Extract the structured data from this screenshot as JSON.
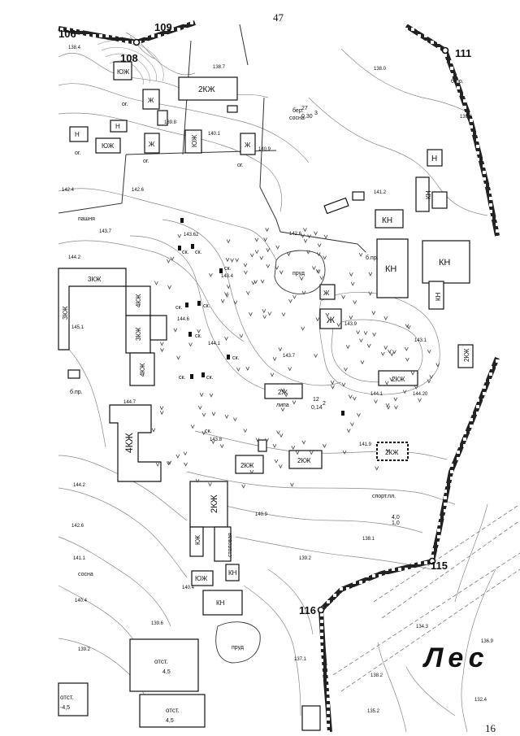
{
  "page": {
    "top_number": "47",
    "bottom_number": "16"
  },
  "boundary_points": [
    {
      "id": "b106",
      "label": "106"
    },
    {
      "id": "b109",
      "label": "109"
    },
    {
      "id": "b108",
      "label": "108"
    },
    {
      "id": "b111",
      "label": "111"
    },
    {
      "id": "b115",
      "label": "115"
    },
    {
      "id": "b116",
      "label": "116"
    }
  ],
  "buildings": [
    {
      "id": "yuzh-1",
      "label": "ЮЖ"
    },
    {
      "id": "2kzh-top",
      "label": "2КЖ"
    },
    {
      "id": "zh-1",
      "label": "Ж"
    },
    {
      "id": "n-1",
      "label": "Н"
    },
    {
      "id": "n-2",
      "label": "Н"
    },
    {
      "id": "yuzh-2",
      "label": "ЮЖ"
    },
    {
      "id": "zh-2",
      "label": "Ж"
    },
    {
      "id": "yuzh-3",
      "label": "ЮЖ"
    },
    {
      "id": "zh-3",
      "label": "Ж"
    },
    {
      "id": "n-right",
      "label": "Н"
    },
    {
      "id": "kn-1",
      "label": "КН"
    },
    {
      "id": "kn-2",
      "label": "КН"
    },
    {
      "id": "kn-3",
      "label": "КН"
    },
    {
      "id": "kn-4",
      "label": "КН"
    },
    {
      "id": "kn-vert",
      "label": "КН"
    },
    {
      "id": "3kzh",
      "label": "3КЖ"
    },
    {
      "id": "3kzh-vert",
      "label": "3КЖ"
    },
    {
      "id": "4kzh-a",
      "label": "4КЖ"
    },
    {
      "id": "3kzh-b",
      "label": "3КЖ"
    },
    {
      "id": "4kzh-c",
      "label": "4КЖ"
    },
    {
      "id": "zh-4",
      "label": "Ж"
    },
    {
      "id": "zh-5",
      "label": "Ж"
    },
    {
      "id": "2kzh-mid",
      "label": "2КЖ"
    },
    {
      "id": "2zh",
      "label": "2Ж"
    },
    {
      "id": "2kzh-right",
      "label": "2КЖ"
    },
    {
      "id": "4kzh-big",
      "label": "4КЖ"
    },
    {
      "id": "2kzh-low1",
      "label": "2КЖ"
    },
    {
      "id": "2kzh-low2",
      "label": "2КЖ"
    },
    {
      "id": "2kzh-dashed",
      "label": "2КЖ"
    },
    {
      "id": "2kzh-vert",
      "label": "2КЖ"
    },
    {
      "id": "kzh-small",
      "label": "КЖ"
    },
    {
      "id": "stolovaya",
      "label": "столовая"
    },
    {
      "id": "yuzh-low",
      "label": "ЮЖ"
    },
    {
      "id": "kn-low1",
      "label": "КН"
    },
    {
      "id": "kn-low2",
      "label": "КН"
    },
    {
      "id": "otst-1",
      "label": "отст."
    },
    {
      "id": "otst-2",
      "label": "отст."
    },
    {
      "id": "otst-3",
      "label": "отст."
    }
  ],
  "labels": [
    {
      "id": "prud-1",
      "text": "пруд"
    },
    {
      "id": "prud-2",
      "text": "пруд"
    },
    {
      "id": "pashnya",
      "text": "пашня"
    },
    {
      "id": "les",
      "text": "Лес"
    },
    {
      "id": "sport",
      "text": "спорт.пл."
    },
    {
      "id": "bpr-1",
      "text": "б.пр."
    },
    {
      "id": "bpr-2",
      "text": "б.пр."
    },
    {
      "id": "bpr-3",
      "text": "б.пр."
    },
    {
      "id": "bereza",
      "text": "бер."
    },
    {
      "id": "sosna-top",
      "text": "сосна"
    },
    {
      "id": "sosna-low",
      "text": "сосна"
    },
    {
      "id": "lipa",
      "text": "липа"
    },
    {
      "id": "og-1",
      "text": "ог."
    },
    {
      "id": "og-2",
      "text": "ог."
    },
    {
      "id": "og-3",
      "text": "ог."
    },
    {
      "id": "og-4",
      "text": "ог."
    },
    {
      "id": "tree-frac1-num",
      "text": "27"
    },
    {
      "id": "tree-frac1-den",
      "text": "0,30"
    },
    {
      "id": "tree-frac1-n",
      "text": "3"
    },
    {
      "id": "tree-frac2-num",
      "text": "12"
    },
    {
      "id": "tree-frac2-den",
      "text": "0,14"
    },
    {
      "id": "tree-frac2-n",
      "text": "2"
    },
    {
      "id": "sk-1",
      "text": "ск."
    },
    {
      "id": "sk-2",
      "text": "ск."
    },
    {
      "id": "sk-3",
      "text": "ск."
    },
    {
      "id": "sk-4",
      "text": "ск."
    },
    {
      "id": "sk-5",
      "text": "ск."
    },
    {
      "id": "sk-6",
      "text": "ск."
    },
    {
      "id": "sk-7",
      "text": "ск."
    },
    {
      "id": "sk-8",
      "text": "ск."
    },
    {
      "id": "sk-9",
      "text": "ск."
    },
    {
      "id": "sk-10",
      "text": "ск."
    },
    {
      "id": "frac-right-num",
      "text": "4,0"
    },
    {
      "id": "frac-right-den",
      "text": "1,0"
    },
    {
      "id": "otst-val1",
      "text": "4,5"
    },
    {
      "id": "otst-val2",
      "text": "-4,5"
    },
    {
      "id": "otst-val3",
      "text": "4,5"
    }
  ],
  "elevations": [
    {
      "id": "e1",
      "text": "138.4"
    },
    {
      "id": "e2",
      "text": "138.7"
    },
    {
      "id": "e3",
      "text": "139.8"
    },
    {
      "id": "e4",
      "text": "140.1"
    },
    {
      "id": "e5",
      "text": "140.9"
    },
    {
      "id": "e6",
      "text": "138.0"
    },
    {
      "id": "e7",
      "text": "139.6"
    },
    {
      "id": "e8",
      "text": "142.4"
    },
    {
      "id": "e9",
      "text": "142.6"
    },
    {
      "id": "e10",
      "text": "141.2"
    },
    {
      "id": "e11",
      "text": "143.7"
    },
    {
      "id": "e12",
      "text": "143.62"
    },
    {
      "id": "e13",
      "text": "142.6"
    },
    {
      "id": "e14",
      "text": "144.2"
    },
    {
      "id": "e15",
      "text": "143.4"
    },
    {
      "id": "e16",
      "text": "145.1"
    },
    {
      "id": "e17",
      "text": "144.6"
    },
    {
      "id": "e18",
      "text": "144.1"
    },
    {
      "id": "e19",
      "text": "143.9"
    },
    {
      "id": "e20",
      "text": "143.7"
    },
    {
      "id": "e21",
      "text": "143.1"
    },
    {
      "id": "e22",
      "text": "144.1"
    },
    {
      "id": "e23",
      "text": "144.20"
    },
    {
      "id": "e24",
      "text": "144.7"
    },
    {
      "id": "e25",
      "text": "143.8"
    },
    {
      "id": "e26",
      "text": "141.9"
    },
    {
      "id": "e27",
      "text": "144.2"
    },
    {
      "id": "e28",
      "text": "142.6"
    },
    {
      "id": "e29",
      "text": "140.9"
    },
    {
      "id": "e30",
      "text": "138.1"
    },
    {
      "id": "e31",
      "text": "141.1"
    },
    {
      "id": "e32",
      "text": "139.2"
    },
    {
      "id": "e33",
      "text": "140.4"
    },
    {
      "id": "e34",
      "text": "140.4"
    },
    {
      "id": "e35",
      "text": "139.6"
    },
    {
      "id": "e36",
      "text": "139.2"
    },
    {
      "id": "e37",
      "text": "137.1"
    },
    {
      "id": "e38",
      "text": "134.3"
    },
    {
      "id": "e39",
      "text": "138.2"
    },
    {
      "id": "e40",
      "text": "135.2"
    },
    {
      "id": "e41",
      "text": "132.4"
    },
    {
      "id": "e42",
      "text": "136.9"
    }
  ]
}
